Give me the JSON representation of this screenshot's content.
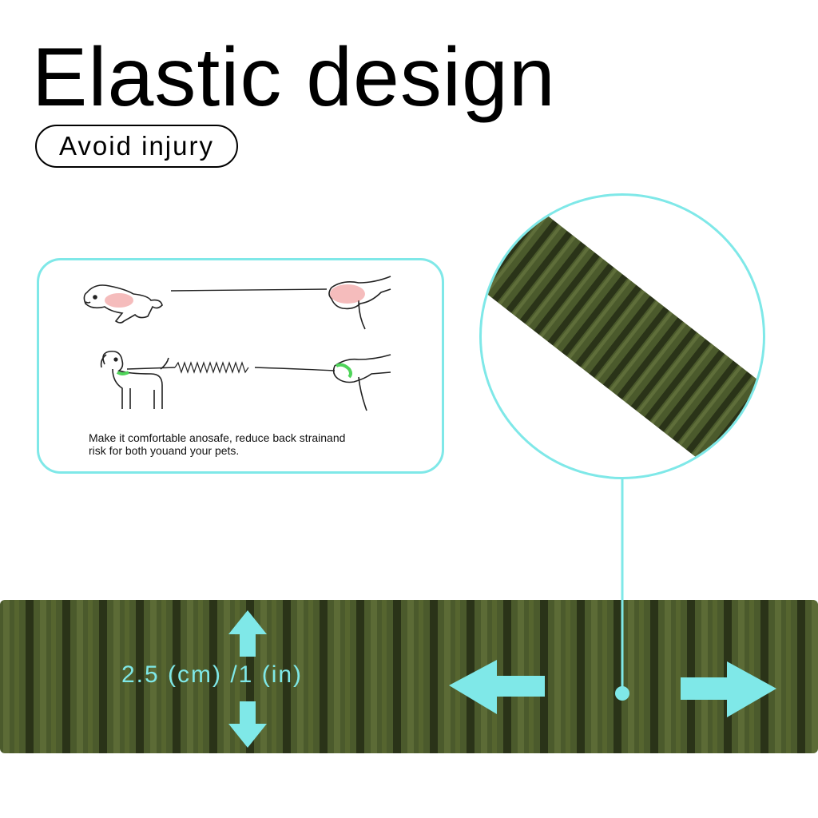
{
  "header": {
    "title": "Elastic design",
    "subtitle": "Avoid injury"
  },
  "info_box": {
    "caption_line1": "Make it comfortable anosafe, reduce back strainand",
    "caption_line2": "risk for both youand your pets."
  },
  "leash": {
    "width_label": "2.5 (cm) /1 (in)"
  },
  "colors": {
    "accent": "#7fe8e8",
    "leash_green": "#4b5a2c",
    "leash_dark": "#2a3318",
    "strain_red": "#e86a6a",
    "relief_green": "#4fd45a"
  },
  "icons": {
    "pulling_dog": "dog-pulling-icon",
    "calm_dog": "dog-calm-icon",
    "hand_strained": "hand-strained-icon",
    "hand_relaxed": "hand-relaxed-icon",
    "double_arrow_vertical": "vertical-double-arrow-icon",
    "double_arrow_horizontal": "horizontal-double-arrow-icon"
  }
}
